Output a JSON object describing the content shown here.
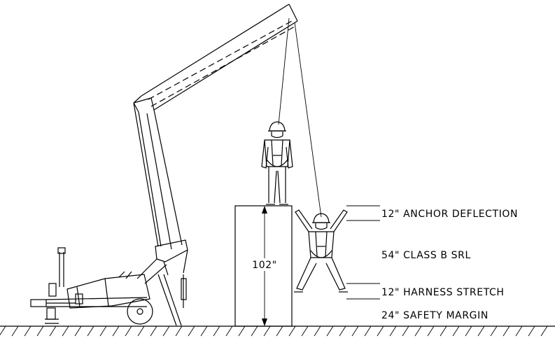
{
  "labels": {
    "anchor_deflection": "12\" ANCHOR DEFLECTION",
    "srl": "54\" CLASS B SRL",
    "harness_stretch": "12\" HARNESS STRETCH",
    "safety_margin": "24\" SAFETY MARGIN",
    "platform_height": "102\""
  }
}
